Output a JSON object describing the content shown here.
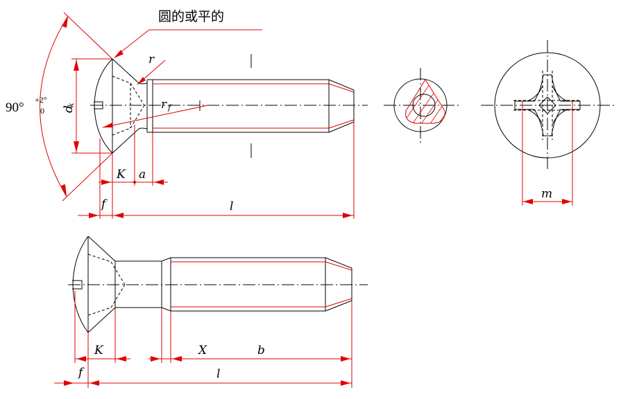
{
  "note": "圆的或平的",
  "angle": {
    "value": "90°",
    "tol_upper": "+2°",
    "tol_lower": "0"
  },
  "labels": {
    "dk_main": "d",
    "dk_sub": "k",
    "r": "r",
    "rf_main": "r",
    "rf_sub": "f",
    "K": "K",
    "a": "a",
    "f": "f",
    "l": "l",
    "m": "m",
    "K2": "K",
    "X": "X",
    "b": "b",
    "f2": "f",
    "l2": "l"
  }
}
